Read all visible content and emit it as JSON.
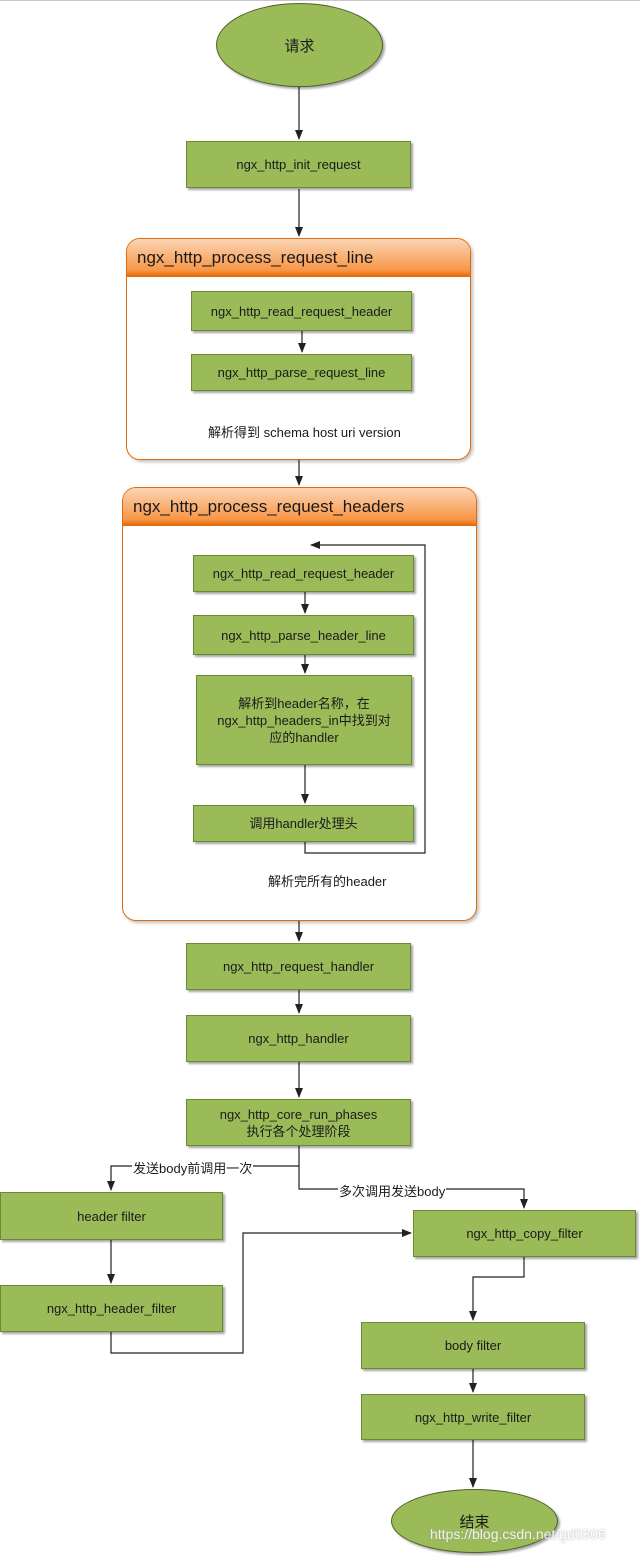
{
  "start": "请求",
  "end": "结束",
  "init_request": "ngx_http_init_request",
  "process_request_line": {
    "title": "ngx_http_process_request_line",
    "read_request_header": "ngx_http_read_request_header",
    "parse_request_line": "ngx_http_parse_request_line",
    "note": "解析得到 schema host uri version"
  },
  "process_request_headers": {
    "title": "ngx_http_process_request_headers",
    "read_request_header": "ngx_http_read_request_header",
    "parse_header_line": "ngx_http_parse_header_line",
    "find_handler": [
      "解析到header名称，在",
      "ngx_http_headers_in中找到对",
      "应的handler"
    ],
    "call_handler": "调用handler处理头",
    "note": "解析完所有的header"
  },
  "request_handler": "ngx_http_request_handler",
  "http_handler": "ngx_http_handler",
  "core_run_phases": [
    "ngx_http_core_run_phases",
    "执行各个处理阶段"
  ],
  "label_before_body": "发送body前调用一次",
  "label_multi_body": "多次调用发送body",
  "header_filter": "header filter",
  "ngx_header_filter": "ngx_http_header_filter",
  "copy_filter": "ngx_http_copy_filter",
  "body_filter": "body filter",
  "write_filter": "ngx_http_write_filter",
  "watermark": "https://blog.csdn.net/gd0306",
  "colors": {
    "node": "#9bbb59",
    "group_border": "#e46c0a",
    "group_header": "#f79646"
  }
}
